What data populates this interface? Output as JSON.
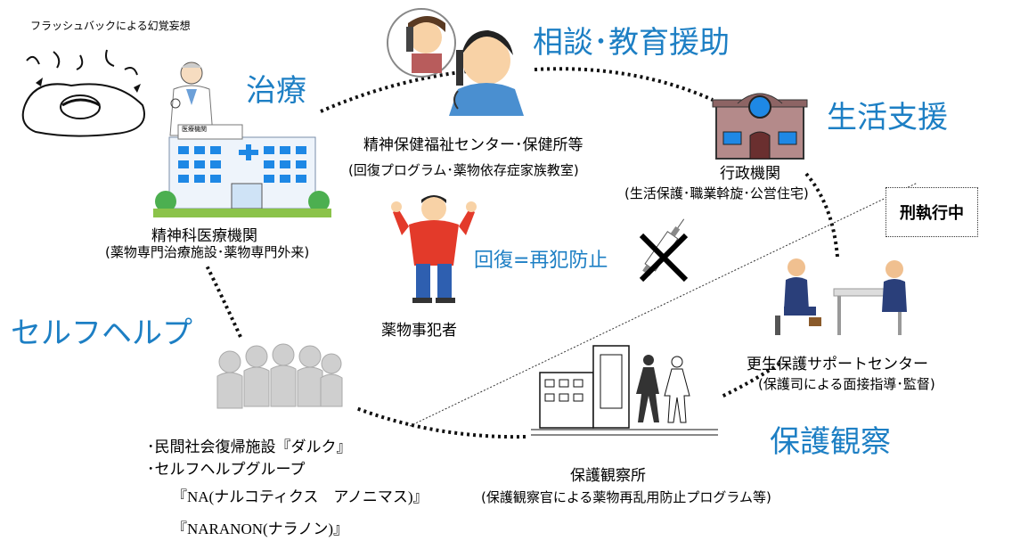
{
  "flashback_caption": "フラッシュバックによる幻覚妄想",
  "categories": {
    "treatment": "治療",
    "consultation": "相談･教育援助",
    "life_support": "生活支援",
    "self_help": "セルフヘルプ",
    "probation": "保護観察"
  },
  "center": {
    "goal": "回復=再犯防止",
    "offender": "薬物事犯者"
  },
  "hospital": {
    "sign": "医療機関",
    "name": "精神科医療機関",
    "detail": "(薬物専門治療施設･薬物専門外来)"
  },
  "health_center": {
    "name": "精神保健福祉センター･保健所等",
    "detail": "(回復プログラム･薬物依存症家族教室)"
  },
  "government": {
    "name": "行政機関",
    "detail": "(生活保護･職業斡旋･公営住宅)"
  },
  "sentence_box": "刑執行中",
  "rehab_center": {
    "name": "更生保護サポートセンター",
    "detail": "(保護司による面接指導･監督)"
  },
  "probation_office": {
    "name": "保護観察所",
    "detail": "(保護観察官による薬物再乱用防止プログラム等)"
  },
  "self_help_groups": {
    "line1": "･民間社会復帰施設『ダルク』",
    "line2": "･セルフヘルプグループ",
    "line3": "『NA(ナルコティクス　アノニマス)』",
    "line4": "『NARANON(ナラノン)』"
  },
  "colors": {
    "accent_blue": "#1d7fc4",
    "dotted": "#111111"
  },
  "icons": [
    "nightmare-illustration",
    "doctor-illustration",
    "hospital-building-icon",
    "phone-call-illustration",
    "government-building-icon",
    "strong-man-illustration",
    "no-syringe-icon",
    "counseling-illustration",
    "group-people-illustration",
    "probation-office-illustration"
  ]
}
